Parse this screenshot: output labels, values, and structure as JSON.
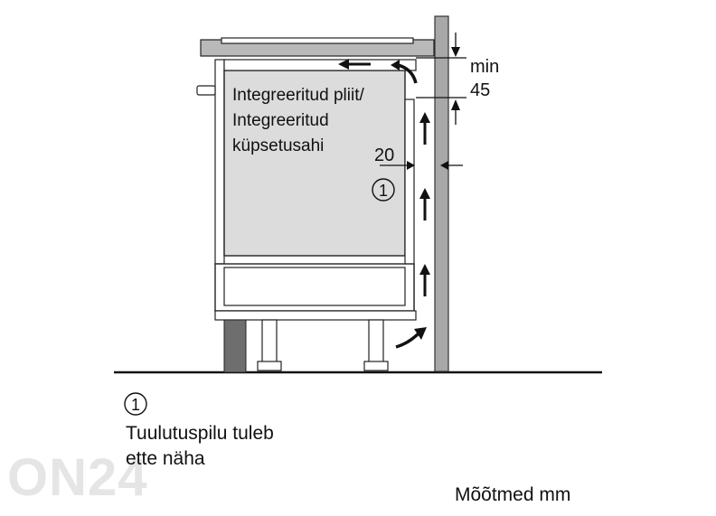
{
  "appliance": {
    "label_line1": "Integreeritud pliit/",
    "label_line2": "Integreeritud",
    "label_line3": "küpsetusahi"
  },
  "dimensions": {
    "min_label": "min",
    "min_value": "45",
    "gap_value": "20"
  },
  "callout": {
    "marker": "1",
    "legend_marker": "1",
    "legend_line1": "Tuulutuspilu tuleb",
    "legend_line2": "ette näha"
  },
  "footer": {
    "units_note": "Mõõtmed mm"
  },
  "watermark": {
    "text": "ON24"
  },
  "colors": {
    "line": "#111111",
    "wall_fill": "#a8a8a8",
    "oven_fill": "#dcdcdc",
    "cabinet_dark": "#6e6e6e",
    "worktop": "#b9b9b9",
    "watermark": "#e3e3e3"
  }
}
